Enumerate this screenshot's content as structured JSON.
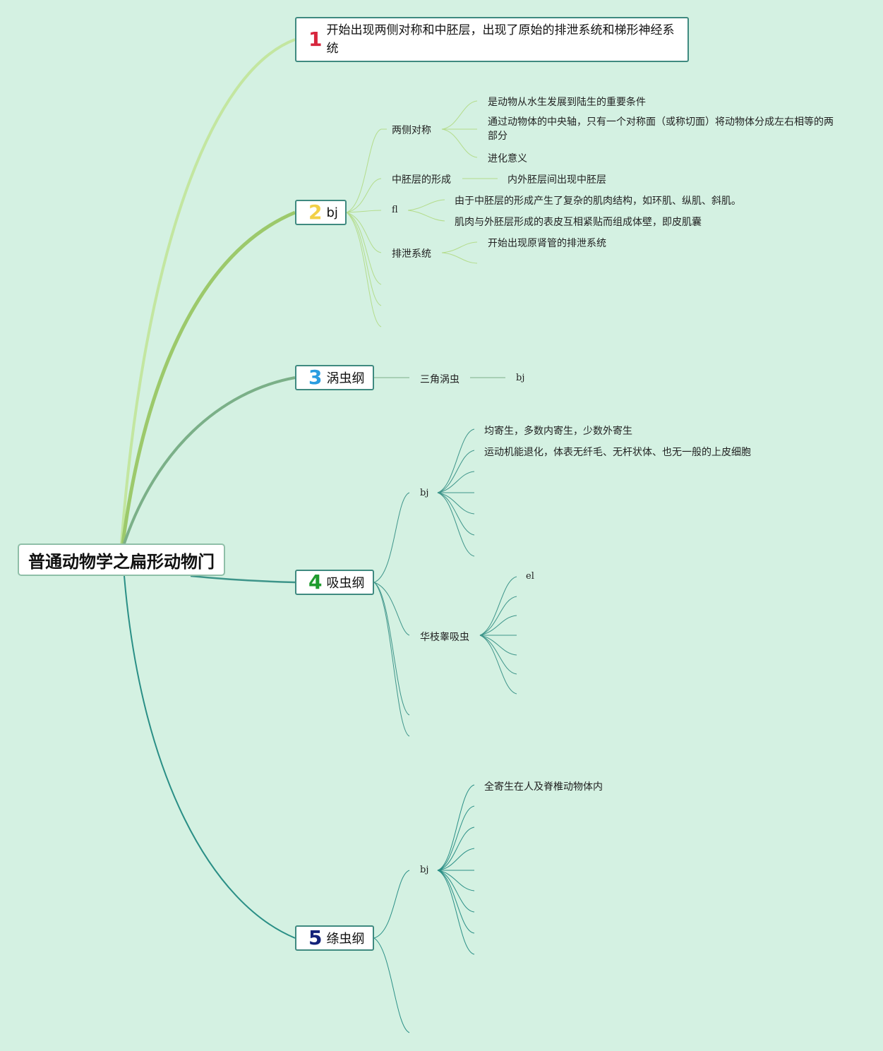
{
  "root": {
    "label": "普通动物学之扁形动物门"
  },
  "topics": [
    {
      "num": "1",
      "color": "#d7263d",
      "label": "开始出现两侧对称和中胚层，出现了原始的排泄系统和梯形神经系统"
    },
    {
      "num": "2",
      "color": "#f2d047",
      "label": "bj"
    },
    {
      "num": "3",
      "color": "#2a9de0",
      "label": "涡虫纲"
    },
    {
      "num": "4",
      "color": "#1f9b2e",
      "label": "吸虫纲"
    },
    {
      "num": "5",
      "color": "#14237a",
      "label": "绦虫纲"
    }
  ],
  "branch2": {
    "symmetry": {
      "label": "两侧对称",
      "children": [
        "是动物从水生发展到陆生的重要条件",
        "通过动物体的中央轴，只有一个对称面（或称切面）将动物体分成左右相等的两部分",
        "进化意义"
      ]
    },
    "mesoderm": {
      "label": "中胚层的形成",
      "children": [
        "内外胚层间出现中胚层"
      ]
    },
    "fl": {
      "label": "fl",
      "children": [
        "由于中胚层的形成产生了复杂的肌肉结构，如环肌、纵肌、斜肌。",
        "肌肉与外胚层形成的表皮互相紧贴而组成体壁，即皮肌囊"
      ]
    },
    "excretory": {
      "label": "排泄系统",
      "children": [
        "开始出现原肾管的排泄系统"
      ]
    }
  },
  "branch3": {
    "planaria": "三角涡虫",
    "bj": "bj"
  },
  "branch4": {
    "bj": {
      "label": "bj",
      "children": [
        "均寄生，多数内寄生，少数外寄生",
        "运动机能退化，体表无纤毛、无杆状体、也无一般的上皮细胞"
      ]
    },
    "clonorchis": {
      "label": "华枝睾吸虫",
      "children": [
        "el"
      ]
    }
  },
  "branch5": {
    "bj": {
      "label": "bj",
      "children": [
        "全寄生在人及脊椎动物体内"
      ]
    }
  },
  "colors": {
    "background": "#d4f1e2",
    "branch1": "#c3e6a0",
    "branch2": "#9cc96b",
    "branch3": "#7bb088",
    "branch4": "#3e958a",
    "branch5": "#2a8f86"
  }
}
